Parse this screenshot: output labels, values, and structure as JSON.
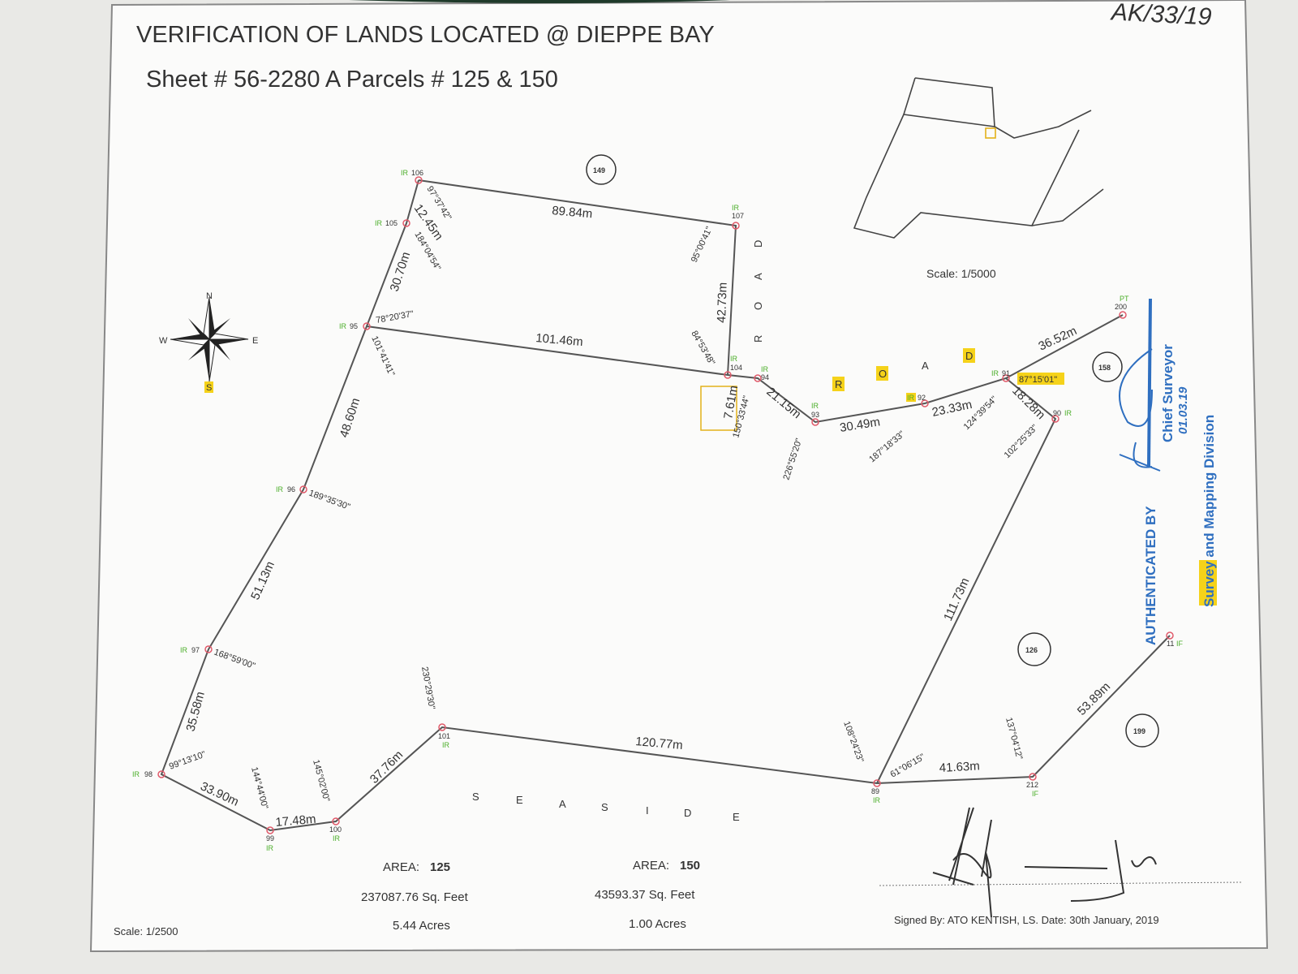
{
  "header": {
    "title": "VERIFICATION OF LANDS LOCATED @ DIEPPE BAY",
    "subtitle": "Sheet # 56-2280 A Parcels # 125 & 150",
    "reference": "AK/33/19"
  },
  "neighbour_parcels": [
    "149",
    "158",
    "126",
    "199"
  ],
  "distances": [
    "89.84m",
    "12.45m",
    "30.70m",
    "42.73m",
    "101.46m",
    "48.60m",
    "7.61m",
    "21.15m",
    "30.49m",
    "23.33m",
    "36.52m",
    "18.28m",
    "51.13m",
    "111.73m",
    "35.58m",
    "120.77m",
    "33.90m",
    "17.48m",
    "37.76m",
    "41.63m",
    "53.89m"
  ],
  "angles": [
    "97°37'42\"",
    "184°04'54\"",
    "78°20'37\"",
    "101°41'41\"",
    "95°00'41\"",
    "84°53'48\"",
    "150°33'44\"",
    "226°55'20\"",
    "187°18'33\"",
    "124°39'54\"",
    "87°15'01\"",
    "102°25'33\"",
    "189°35'30\"",
    "168°59'00\"",
    "230°29'30\"",
    "99°13'10\"",
    "144°44'00\"",
    "145°02'00\"",
    "108°24'23\"",
    "61°06'15\"",
    "137°04'12\""
  ],
  "stations": [
    "106",
    "105",
    "95",
    "107",
    "104",
    "94",
    "93",
    "92",
    "91",
    "200",
    "90",
    "96",
    "97",
    "98",
    "99",
    "100",
    "101",
    "89",
    "212",
    "11"
  ],
  "marker_types": {
    "ir": "IR",
    "pt": "PT",
    "if": "IF"
  },
  "road_vertical": [
    "D",
    "A",
    "O",
    "R"
  ],
  "road_horizontal": [
    "R",
    "O",
    "A",
    "D"
  ],
  "seaside": [
    "S",
    "E",
    "A",
    "S",
    "I",
    "D",
    "E"
  ],
  "compass": {
    "n": "N",
    "e": "E",
    "s": "S",
    "w": "W"
  },
  "inset": {
    "scale": "Scale: 1/5000"
  },
  "areas": [
    {
      "label": "AREA:",
      "parcel": "125",
      "sqft": "237087.76 Sq. Feet",
      "acres": "5.44 Acres"
    },
    {
      "label": "AREA:",
      "parcel": "150",
      "sqft": "43593.37 Sq. Feet",
      "acres": "1.00 Acres"
    }
  ],
  "scale": "Scale: 1/2500",
  "signature_line": "Signed By: ATO  KENTISH, LS.   Date: 30th January, 2019",
  "stamp": {
    "authenticated": "AUTHENTICATED BY",
    "chief": "Chief Surveyor",
    "date": "01.03.19",
    "division": "Survey and Mapping Division"
  },
  "colors": {
    "line": "#555555",
    "marker": "#e05a6a",
    "ir_green": "#4caf2a",
    "highlight": "#f5d21a",
    "stamp_blue": "#2f6fc0"
  }
}
